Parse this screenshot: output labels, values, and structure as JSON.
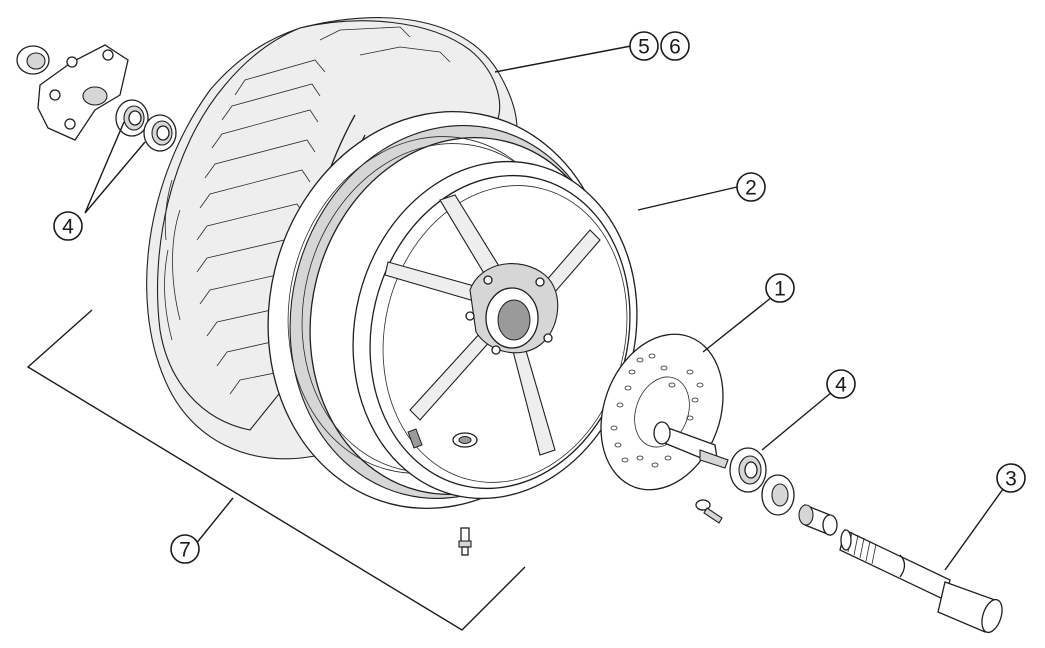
{
  "callouts": {
    "disc": "1",
    "rim": "2",
    "axle": "3",
    "bearing_right": "4",
    "bearings_left": "4",
    "tyre_a": "5",
    "tyre_b": "6",
    "assembly": "7"
  },
  "colors": {
    "line": "#1f1f1f",
    "background": "#ffffff",
    "shade": "#d6d6d6"
  }
}
